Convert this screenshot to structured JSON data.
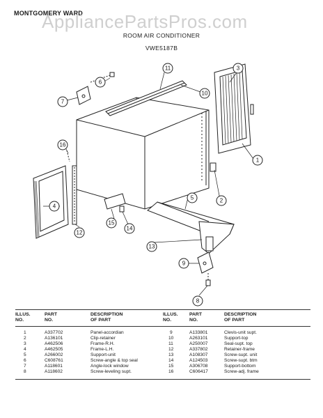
{
  "header": {
    "brand": "MONTGOMERY WARD",
    "watermark": "AppliancePartsPros.com",
    "title": "ROOM AIR CONDITIONER",
    "model": "VWE5187B"
  },
  "callouts": [
    "1",
    "2",
    "3",
    "4",
    "5",
    "6",
    "7",
    "8",
    "9",
    "10",
    "11",
    "12",
    "13",
    "14",
    "15",
    "16"
  ],
  "table": {
    "headers": {
      "illus": [
        "ILLUS.",
        "NO."
      ],
      "part": [
        "PART",
        "NO."
      ],
      "desc": [
        "DESCRIPTION",
        "OF PART"
      ]
    },
    "left": [
      {
        "illus": "1",
        "part": "A337702",
        "desc": "Panel-accordian"
      },
      {
        "illus": "2",
        "part": "A136101",
        "desc": "Clip-retainer"
      },
      {
        "illus": "3",
        "part": "A462506",
        "desc": "Frame-R.H."
      },
      {
        "illus": "4",
        "part": "A462505",
        "desc": "Frame-L.H."
      },
      {
        "illus": "5",
        "part": "A266002",
        "desc": "Support-unit"
      },
      {
        "illus": "6",
        "part": "C608761",
        "desc": "Screw-angle & top seal"
      },
      {
        "illus": "7",
        "part": "A118601",
        "desc": "Angle-lock window"
      },
      {
        "illus": "8",
        "part": "A118602",
        "desc": "Screw-leveling supt."
      }
    ],
    "right": [
      {
        "illus": "9",
        "part": "A133801",
        "desc": "Clevis-unit supt."
      },
      {
        "illus": "10",
        "part": "A263101",
        "desc": "Support-top"
      },
      {
        "illus": "11",
        "part": "A250007",
        "desc": "Seal-supt. top"
      },
      {
        "illus": "12",
        "part": "A337802",
        "desc": "Retainer-frame"
      },
      {
        "illus": "13",
        "part": "A108307",
        "desc": "Screw-supt. unit"
      },
      {
        "illus": "14",
        "part": "A124503",
        "desc": "Screw-supt. btm"
      },
      {
        "illus": "15",
        "part": "A306708",
        "desc": "Support-bottom"
      },
      {
        "illus": "16",
        "part": "C606417",
        "desc": "Screw-adj. frame"
      }
    ]
  }
}
